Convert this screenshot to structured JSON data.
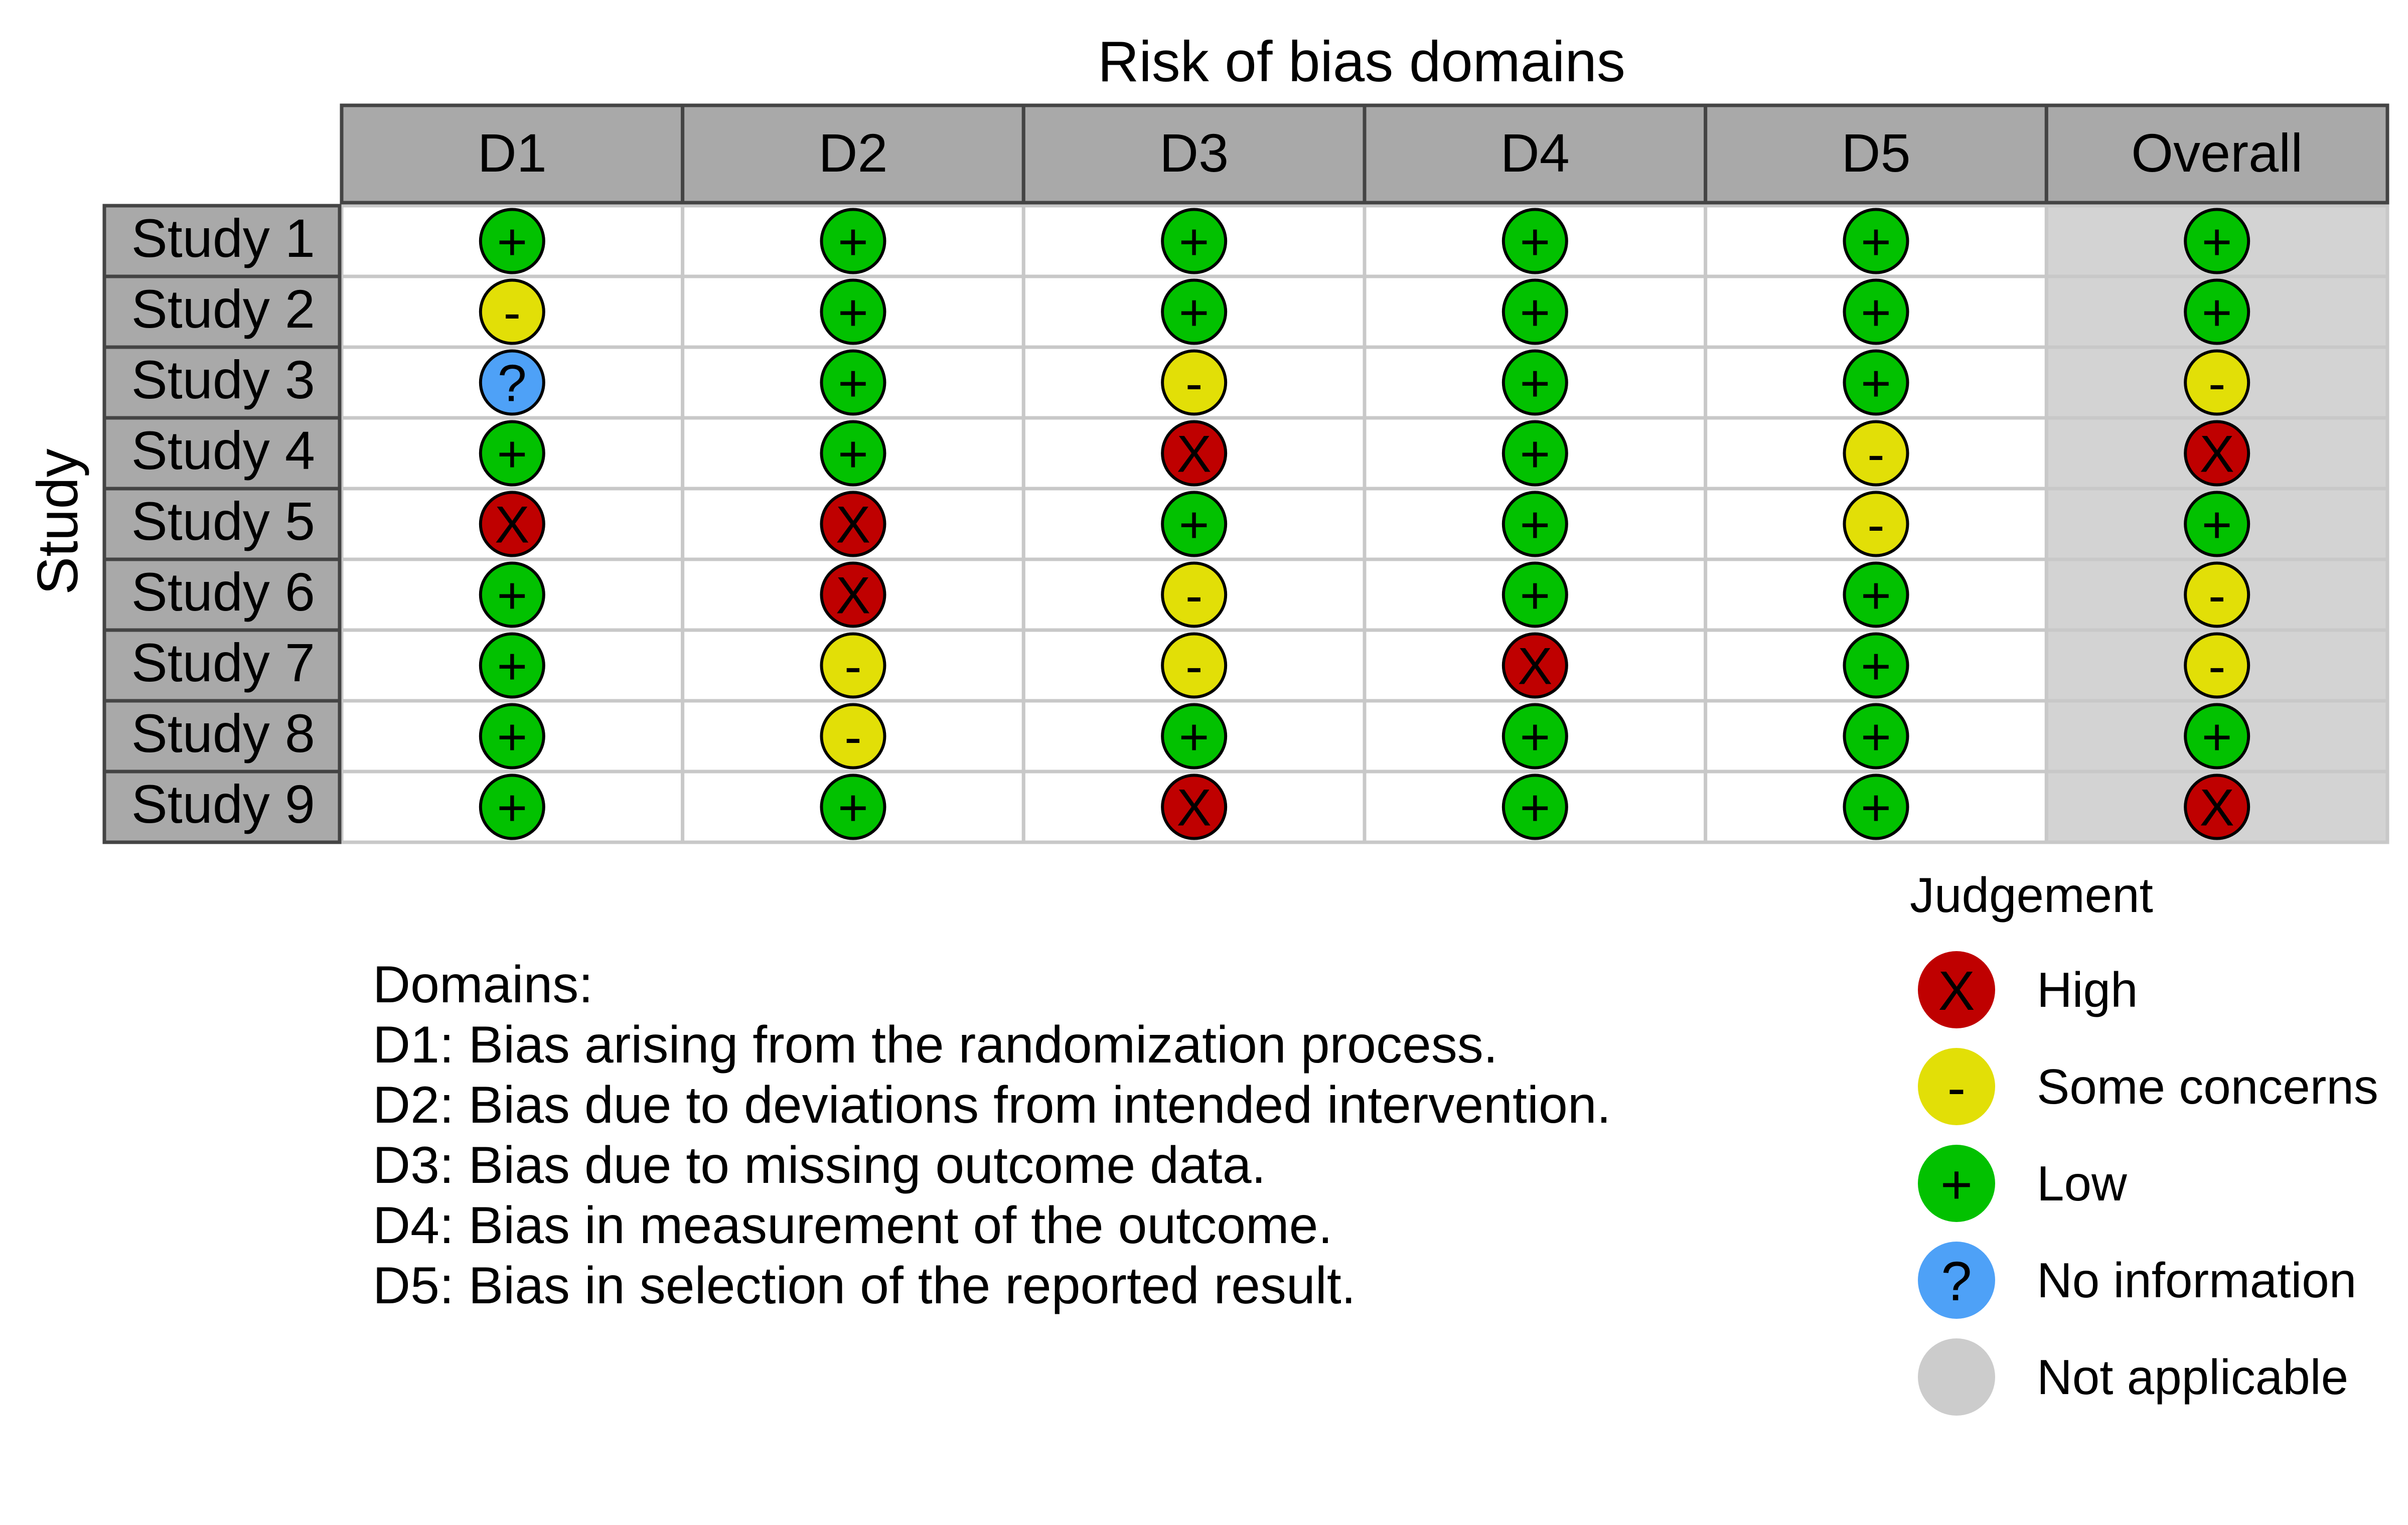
{
  "chart_data": {
    "type": "table",
    "title": "Risk of bias domains",
    "ylabel": "Study",
    "columns": [
      "D1",
      "D2",
      "D3",
      "D4",
      "D5",
      "Overall"
    ],
    "rows": [
      "Study 1",
      "Study 2",
      "Study 3",
      "Study 4",
      "Study 5",
      "Study 6",
      "Study 7",
      "Study 8",
      "Study 9"
    ],
    "judgements": [
      [
        "Low",
        "Low",
        "Low",
        "Low",
        "Low",
        "Low"
      ],
      [
        "Some concerns",
        "Low",
        "Low",
        "Low",
        "Low",
        "Low"
      ],
      [
        "No information",
        "Low",
        "Some concerns",
        "Low",
        "Low",
        "Some concerns"
      ],
      [
        "Low",
        "Low",
        "High",
        "Low",
        "Some concerns",
        "High"
      ],
      [
        "High",
        "High",
        "Low",
        "Low",
        "Some concerns",
        "Low"
      ],
      [
        "Low",
        "High",
        "Some concerns",
        "Low",
        "Low",
        "Some concerns"
      ],
      [
        "Low",
        "Some concerns",
        "Some concerns",
        "High",
        "Low",
        "Some concerns"
      ],
      [
        "Low",
        "Some concerns",
        "Low",
        "Low",
        "Low",
        "Low"
      ],
      [
        "Low",
        "Low",
        "High",
        "Low",
        "Low",
        "High"
      ]
    ],
    "legend": {
      "title": "Judgement",
      "placement": "bottom-right",
      "items": [
        {
          "label": "High",
          "symbol": "X",
          "color": "#BF0000",
          "icon": "high-risk-icon"
        },
        {
          "label": "Some concerns",
          "symbol": "-",
          "color": "#E2DF07",
          "icon": "some-concerns-icon"
        },
        {
          "label": "Low",
          "symbol": "+",
          "color": "#02C100",
          "icon": "low-risk-icon"
        },
        {
          "label": "No information",
          "symbol": "?",
          "color": "#4EA1F7",
          "icon": "no-information-icon"
        },
        {
          "label": "Not applicable",
          "symbol": "",
          "color": "#CCCCCC",
          "icon": "not-applicable-icon"
        }
      ]
    },
    "domains_note": {
      "heading": "Domains:",
      "lines": [
        "D1: Bias arising from the randomization process.",
        "D2: Bias due to deviations from intended intervention.",
        "D3: Bias due to missing outcome data.",
        "D4: Bias in measurement of the outcome.",
        "D5: Bias in selection of the reported result."
      ]
    },
    "colors": {
      "header_fill": "#A9A9A9",
      "study_label_fill": "#A9A9A9",
      "overall_column_fill": "#D3D3D3",
      "cell_fill": "#FFFFFF",
      "grid_line": "#C8C8C8",
      "header_border": "#444444"
    }
  }
}
